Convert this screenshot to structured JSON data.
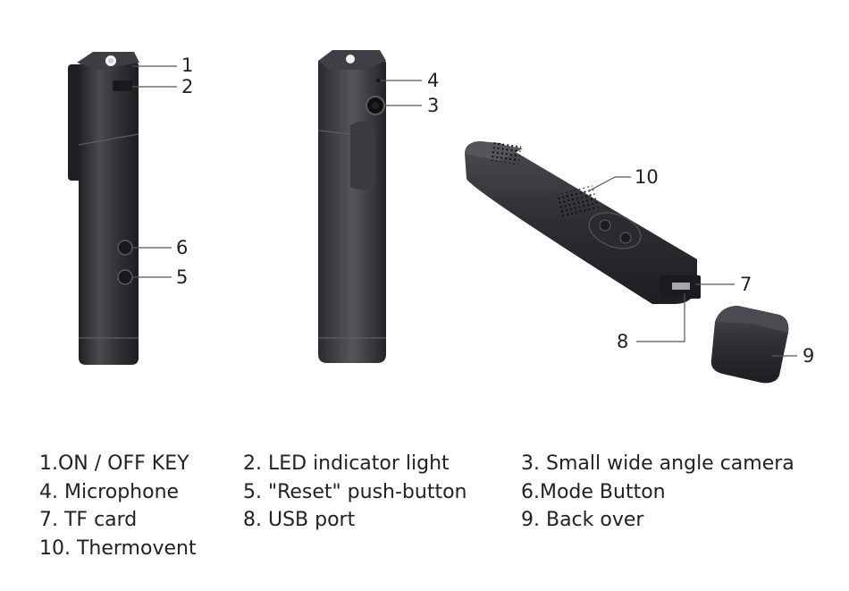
{
  "callouts": {
    "c1": "1",
    "c2": "2",
    "c3": "3",
    "c4": "4",
    "c5": "5",
    "c6": "6",
    "c7": "7",
    "c8": "8",
    "c9": "9",
    "c10": "10"
  },
  "legend": {
    "item1": "1.ON / OFF KEY",
    "item2": "2. LED indicator light",
    "item3": "3. Small wide angle camera",
    "item4": "4. Microphone",
    "item5": "5. \"Reset\" push-button",
    "item6": "6.Mode Button",
    "item7": "7. TF card",
    "item8": "8. USB port",
    "item9": "9. Back over",
    "item10": "10. Thermovent"
  },
  "colors": {
    "body_dark": "#2b2c2f",
    "body_mid": "#3a3b3f",
    "leader_line": "#555555"
  }
}
